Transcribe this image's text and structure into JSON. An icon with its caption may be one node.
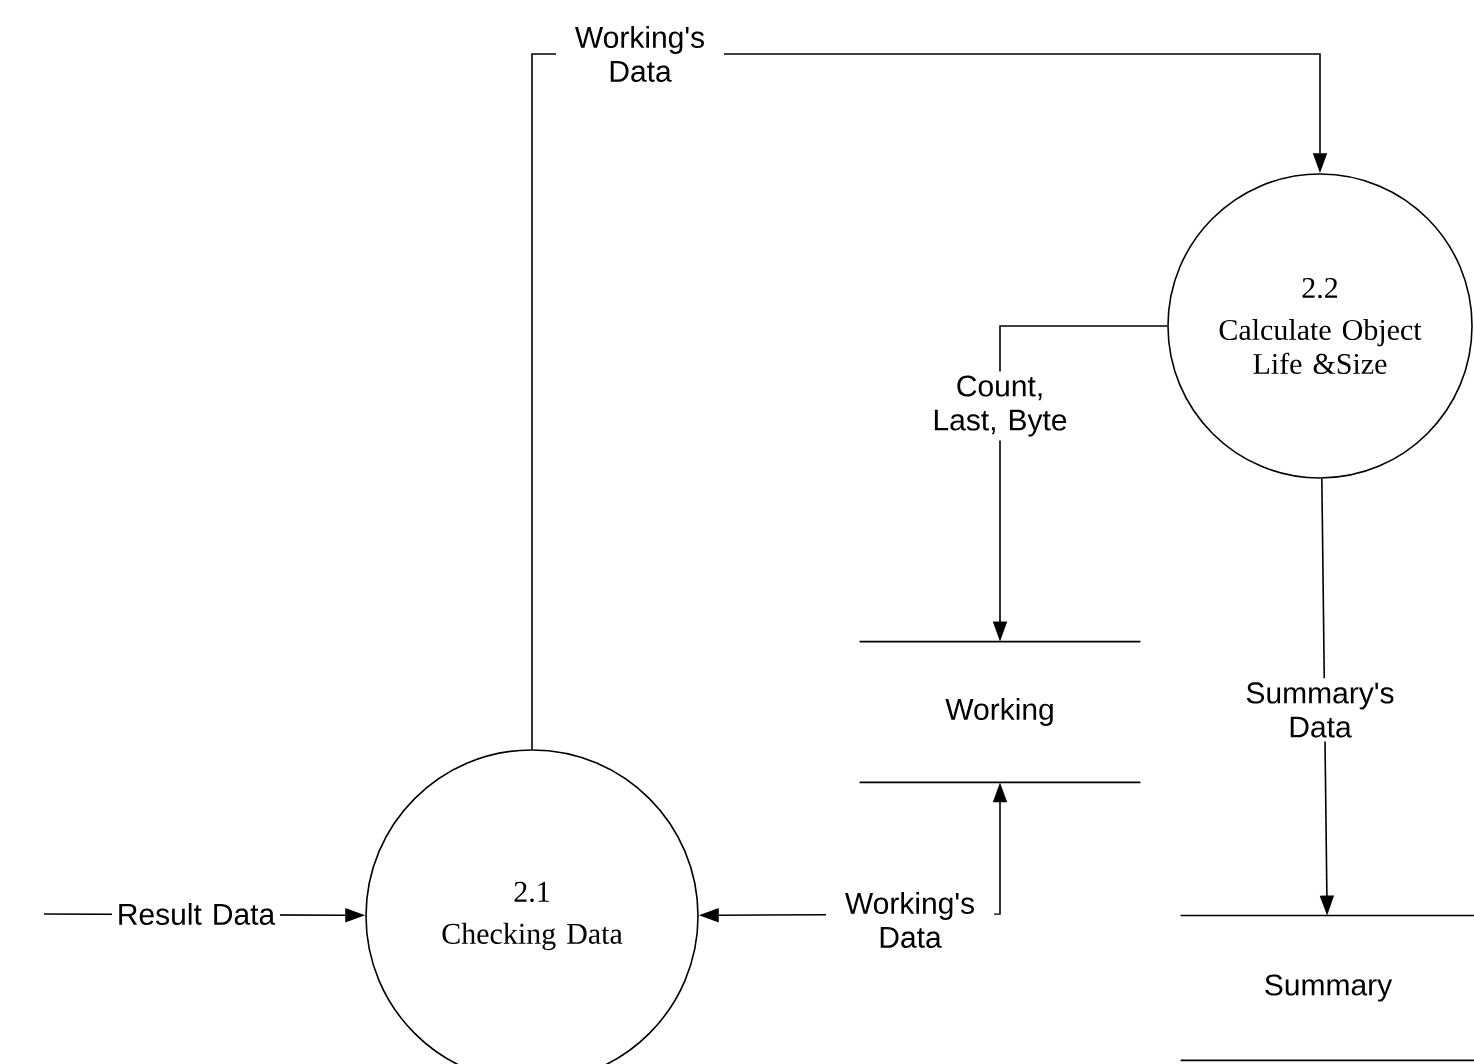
{
  "diagram": {
    "nodes": [
      {
        "text": [
          "2.1",
          "Checking Data"
        ]
      },
      {
        "text": [
          "2.2",
          "Calculate Object Life &Size"
        ]
      },
      {
        "text": [
          "Working"
        ]
      },
      {
        "text": [
          "Summary"
        ]
      }
    ],
    "edges": [
      {
        "from": null,
        "to": 0,
        "arrow": "to",
        "label": "Result Data"
      },
      {
        "from": 2,
        "to": 0,
        "arrow": "both",
        "label": "Working's Data"
      },
      {
        "from": 0,
        "to": 1,
        "arrow": "to",
        "label": "Working's Data"
      },
      {
        "from": 1,
        "to": 2,
        "arrow": "to",
        "label": "Count, Last, Byte"
      },
      {
        "from": 1,
        "to": 3,
        "arrow": "to",
        "label": "Summary's Data"
      }
    ]
  }
}
